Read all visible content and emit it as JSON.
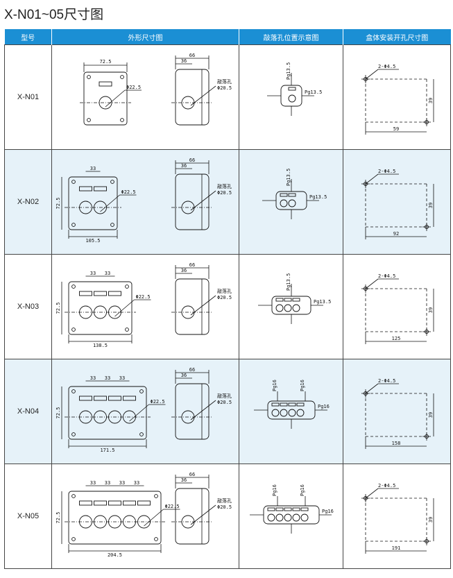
{
  "title": "X-N01~05尺寸图",
  "headers": [
    "型号",
    "外形尺寸图",
    "敲落孔位置示意图",
    "盒体安装开孔尺寸图"
  ],
  "labels": {
    "knockout": "敲落孔",
    "hole": "Φ20.5",
    "btn_dia": "Φ22.5",
    "mount_holes": "2-Φ4.5",
    "height": "72.5",
    "side_w": "66",
    "side_in": "36",
    "pitch": "33",
    "pg135": "Pg13.5",
    "pg16": "Pg16",
    "mount_h": "39"
  },
  "rows": [
    {
      "model": "X-N01",
      "width": "72.5",
      "mount_w": "59"
    },
    {
      "model": "X-N02",
      "width": "105.5",
      "mount_w": "92"
    },
    {
      "model": "X-N03",
      "width": "138.5",
      "mount_w": "125"
    },
    {
      "model": "X-N04",
      "width": "171.5",
      "mount_w": "158"
    },
    {
      "model": "X-N05",
      "width": "204.5",
      "mount_w": "191"
    }
  ]
}
